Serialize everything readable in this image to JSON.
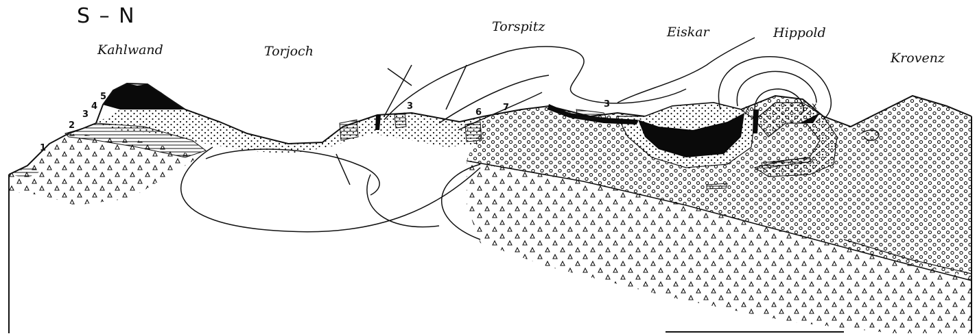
{
  "section": {
    "direction": "S – N",
    "place_names": [
      {
        "id": "kahlwand",
        "text": "Kahlwand"
      },
      {
        "id": "torjoch",
        "text": "Torjoch"
      },
      {
        "id": "torspitz",
        "text": "Torspitz"
      },
      {
        "id": "eiskar",
        "text": "Eiskar"
      },
      {
        "id": "hippold",
        "text": "Hippold"
      },
      {
        "id": "krovenz",
        "text": "Krovenz"
      }
    ],
    "unit_numbers": [
      "1",
      "2",
      "3",
      "4",
      "5",
      "3",
      "6",
      "7",
      "3"
    ],
    "contact_marks": [
      "x",
      "x"
    ]
  },
  "colors": {
    "ink": "#111111",
    "paper": "#ffffff",
    "black_unit": "#0a0a0a"
  }
}
